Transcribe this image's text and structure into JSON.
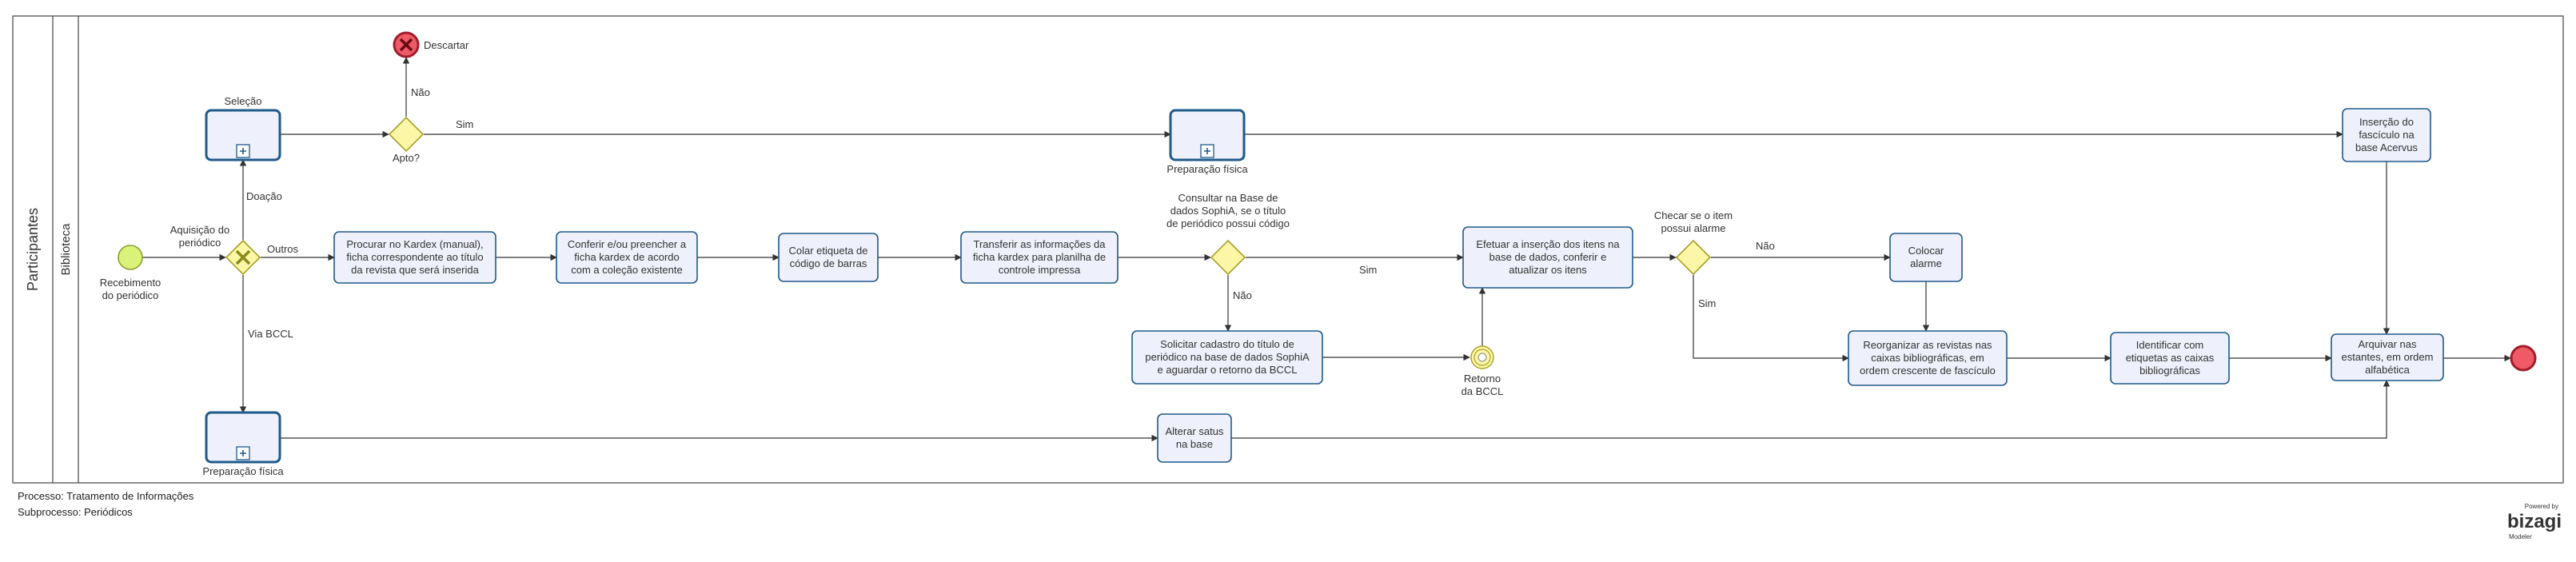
{
  "pool": {
    "label": "Participantes"
  },
  "lane": {
    "label": "Biblioteca"
  },
  "events": {
    "start": {
      "label": [
        "Recebimento",
        "do periódico"
      ]
    },
    "discard": {
      "label": [
        "Descartar"
      ]
    },
    "intermediate": {
      "label": [
        "Retorno",
        "da BCCL"
      ]
    },
    "end": {
      "label": []
    }
  },
  "gateways": {
    "acquisition": {
      "label": [
        "Aquisição do",
        "periódico"
      ]
    },
    "apto": {
      "label": [
        "Apto?"
      ]
    },
    "sophia": {
      "label": [
        "Consultar na Base de",
        "dados SophiA, se o título",
        "de periódico possui código"
      ]
    },
    "alarm": {
      "label": [
        "Checar se o item",
        "possui alarme"
      ]
    }
  },
  "subprocesses": {
    "selecao": {
      "label": [
        "Seleção"
      ]
    },
    "prep1": {
      "label": [
        "Preparação física"
      ]
    },
    "prep2": {
      "label": [
        "Preparação física"
      ]
    }
  },
  "tasks": {
    "kardex": {
      "label": [
        "Procurar no Kardex (manual),",
        "ficha correspondente ao título",
        "da revista que será inserida"
      ]
    },
    "conferir": {
      "label": [
        "Conferir e/ou preencher a",
        "ficha kardex de acordo",
        "com a coleção existente"
      ]
    },
    "colar": {
      "label": [
        "Colar etiqueta de",
        "código de barras"
      ]
    },
    "transferir": {
      "label": [
        "Transferir as informações da",
        "ficha kardex para planilha de",
        "controle impressa"
      ]
    },
    "solicitar": {
      "label": [
        "Solicitar cadastro do título de",
        "periódico na base de dados SophiA",
        "e aguardar o retorno da BCCL"
      ]
    },
    "efetuar": {
      "label": [
        "Efetuar a inserção dos itens na",
        "base de dados, conferir e",
        "atualizar os itens"
      ]
    },
    "colocar": {
      "label": [
        "Colocar",
        "alarme"
      ]
    },
    "reorganizar": {
      "label": [
        "Reorganizar as revistas nas",
        "caixas bibliográficas, em",
        "ordem crescente de fascículo"
      ]
    },
    "identificar": {
      "label": [
        "Identificar com",
        "etiquetas as caixas",
        "bibliográficas"
      ]
    },
    "arquivar": {
      "label": [
        "Arquivar nas",
        "estantes, em ordem",
        "alfabética"
      ]
    },
    "insercao": {
      "label": [
        "Inserção do",
        "fascículo na",
        "base Acervus"
      ]
    },
    "alterar": {
      "label": [
        "Alterar satus",
        "na base"
      ]
    }
  },
  "flows": {
    "doacao": "Doação",
    "outros": "Outros",
    "via_bccl": "Via BCCL",
    "nao_apto": "Não",
    "sim_apto": "Sim",
    "sim_sophia": "Sim",
    "nao_sophia": "Não",
    "nao_alarm": "Não",
    "sim_alarm": "Sim"
  },
  "footer": {
    "process": "Processo: Tratamento de Informações",
    "subprocess": "Subprocesso: Periódicos"
  },
  "branding": {
    "logo_text": "bizagi",
    "powered": "Powered by",
    "edition": "Modeler"
  },
  "colors": {
    "task_fill": "#eef0fb",
    "task_stroke": "#1f5a8a",
    "start_fill": "#d9f27a",
    "start_stroke": "#8aa12a",
    "end_fill": "#ee5a66",
    "end_stroke": "#a11d2b",
    "gateway_fill": "#fbf7a6",
    "gateway_stroke": "#a8a12a",
    "logo": "#f0a03c"
  }
}
